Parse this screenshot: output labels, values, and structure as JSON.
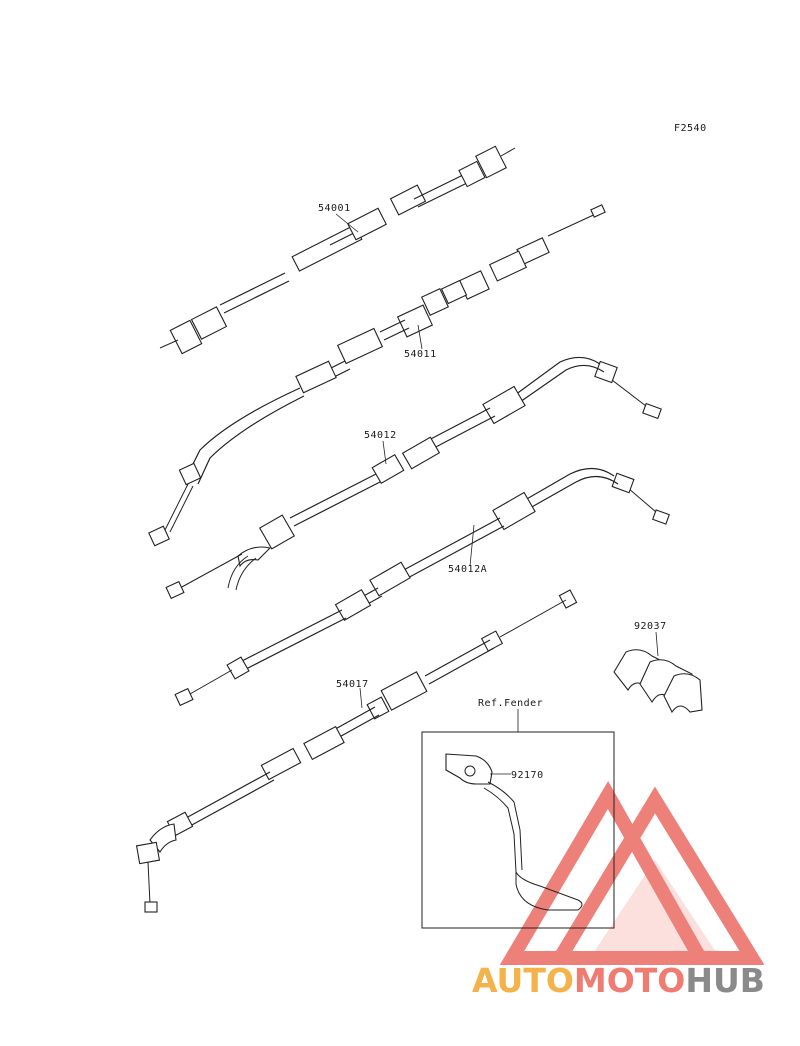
{
  "diagram": {
    "code": "F2540",
    "parts": [
      {
        "id": "speedometer-cable",
        "number": "54001"
      },
      {
        "id": "throttle-cable-upper",
        "number": "54011"
      },
      {
        "id": "throttle-cable-accel",
        "number": "54012"
      },
      {
        "id": "throttle-cable-decel",
        "number": "54012A"
      },
      {
        "id": "clutch-cable",
        "number": "54017"
      },
      {
        "id": "clamp",
        "number": "92037"
      },
      {
        "id": "bracket",
        "number": "92170"
      }
    ],
    "reference_box": {
      "title": "Ref.Fender"
    }
  },
  "watermark": {
    "segments": [
      {
        "text": "AUTO",
        "color": "#f6b24a"
      },
      {
        "text": "MOTO",
        "color": "#f07b70"
      },
      {
        "text": "HUB",
        "color": "#8a8a8a"
      }
    ],
    "triangle_color": "#ec6a63"
  }
}
